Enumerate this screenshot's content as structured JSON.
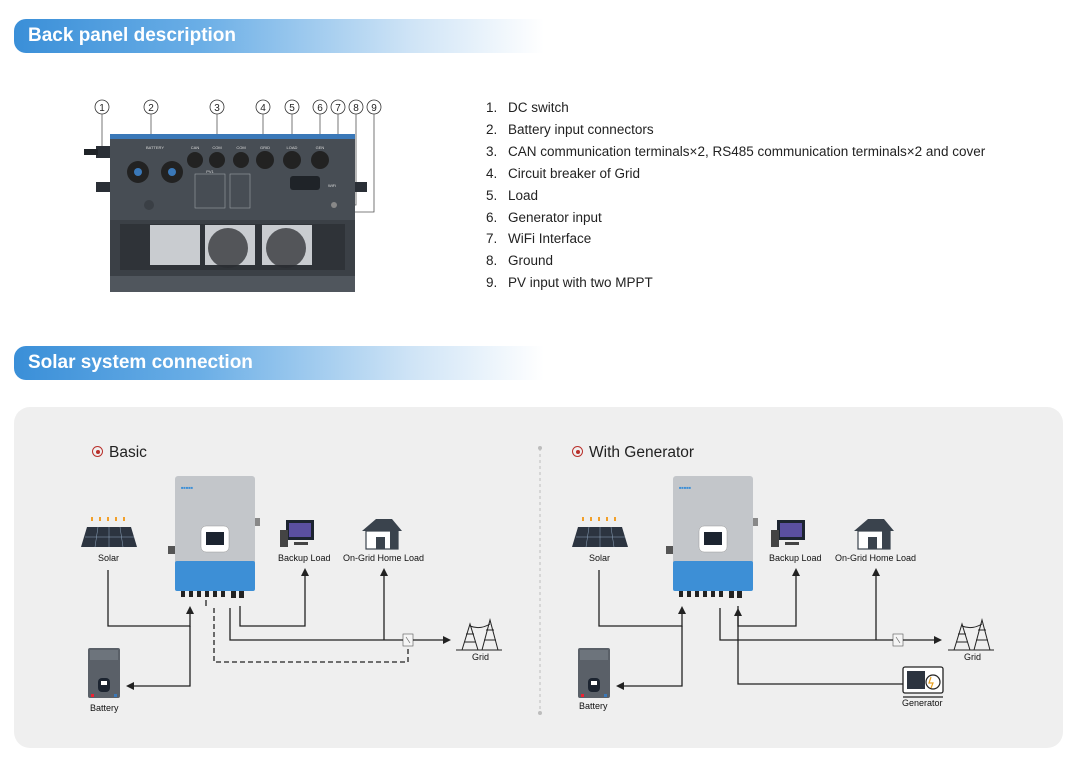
{
  "sections": {
    "back_panel_title": "Back panel description",
    "solar_title": "Solar system connection"
  },
  "callouts": [
    "1",
    "2",
    "3",
    "4",
    "5",
    "6",
    "7",
    "8",
    "9"
  ],
  "back_panel_items": [
    {
      "num": "1.",
      "text": "DC switch"
    },
    {
      "num": "2.",
      "text": "Battery input connectors"
    },
    {
      "num": "3.",
      "text": "CAN communication terminals×2, RS485 communication terminals×2 and cover"
    },
    {
      "num": "4.",
      "text": "Circuit breaker of Grid"
    },
    {
      "num": "5.",
      "text": "Load"
    },
    {
      "num": "6.",
      "text": "Generator input"
    },
    {
      "num": "7.",
      "text": "WiFi Interface"
    },
    {
      "num": "8.",
      "text": "Ground"
    },
    {
      "num": "9.",
      "text": "PV input with two MPPT"
    }
  ],
  "device_port_labels": {
    "battery": "BATTERY",
    "can1": "CAN",
    "com": "COM",
    "com2": "COM",
    "grid": "GRID",
    "load": "LOAD",
    "gen": "GEN",
    "pv": "PV1",
    "wifi": "WiFi"
  },
  "basic": {
    "title": "Basic",
    "solar": "Solar",
    "backup_load": "Backup Load",
    "home_load": "On-Grid Home Load",
    "grid": "Grid",
    "battery": "Battery"
  },
  "generator": {
    "title": "With Generator",
    "solar": "Solar",
    "backup_load": "Backup Load",
    "home_load": "On-Grid Home Load",
    "grid": "Grid",
    "battery": "Battery",
    "generator": "Generator"
  },
  "colors": {
    "header_blue": "#3a8fd8",
    "inverter_blue": "#3d8fd6",
    "accent_red": "#b8302b",
    "panel_bg": "#efefef"
  }
}
